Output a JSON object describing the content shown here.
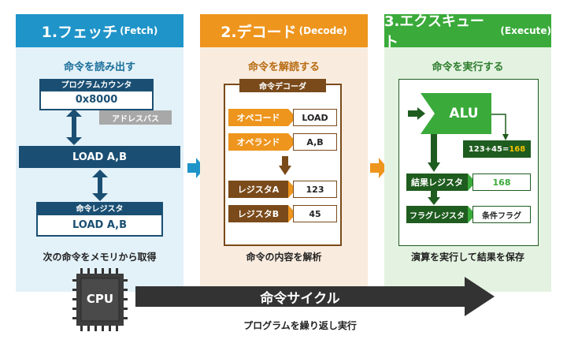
{
  "fetch": {
    "title_main": "1.フェッチ",
    "title_en": "(Fetch)",
    "subtitle": "命令を読み出す",
    "pc_label": "プログラムカウンタ",
    "pc_value": "0x8000",
    "address_bus": "アドレスバス",
    "instruction": "LOAD A,B",
    "ir_label": "命令レジスタ",
    "ir_value": "LOAD A,B",
    "caption": "次の命令をメモリから取得"
  },
  "decode": {
    "title_main": "2.デコード",
    "title_en": "(Decode)",
    "subtitle": "命令を解読する",
    "decoder_label": "命令デコーダ",
    "rows": [
      {
        "label": "オペコード",
        "value": "LOAD"
      },
      {
        "label": "オペランド",
        "value": "A,B"
      },
      {
        "label": "レジスタA",
        "value": "123"
      },
      {
        "label": "レジスタB",
        "value": "45"
      }
    ],
    "caption": "命令の内容を解析"
  },
  "execute": {
    "title_main": "3.エクスキュート",
    "title_en": "(Execute)",
    "subtitle": "命令を実行する",
    "alu_label": "ALU",
    "calc_expr": "123+45=",
    "calc_result": "168",
    "result_reg_label": "結果レジスタ",
    "result_reg_value": "168",
    "flag_reg_label": "フラグレジスタ",
    "flag_reg_value": "条件フラグ",
    "caption": "演算を実行して結果を保存"
  },
  "cycle": {
    "cpu_label": "CPU",
    "title": "命令サイクル",
    "subtitle": "プログラムを繰り返し実行"
  },
  "colors": {
    "fetch_accent": "#1f94c9",
    "fetch_bg": "#e3f1f8",
    "fetch_dark": "#1a4f73",
    "decode_accent": "#ee951e",
    "decode_bg": "#f9ecdf",
    "decode_dark": "#7a4a1a",
    "execute_accent": "#3aaa3a",
    "execute_bg": "#e4f3e1",
    "execute_dark": "#1f5c1f",
    "cycle_arrow": "#333333"
  }
}
